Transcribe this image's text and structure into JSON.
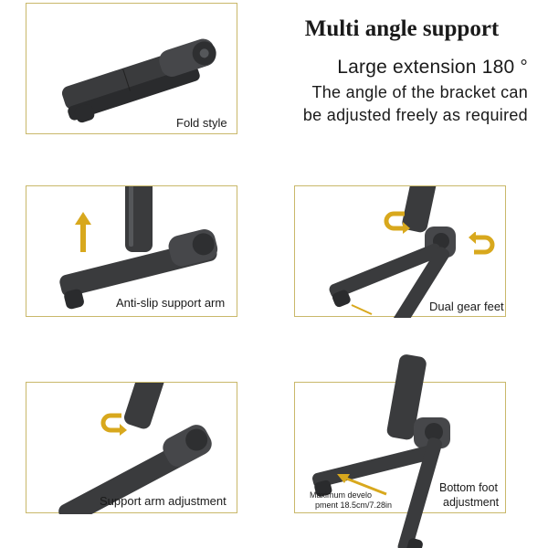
{
  "header": {
    "title": "Multi angle support",
    "line1": "Large extension 180 °",
    "line2": "The angle of the bracket can",
    "line3": "be adjusted freely as required"
  },
  "panels": [
    {
      "caption": "Fold style"
    },
    {
      "caption": "Anti-slip support arm"
    },
    {
      "caption": "Dual gear feet"
    },
    {
      "caption": "Support arm adjustment"
    },
    {
      "caption_line1": "Bottom foot",
      "caption_line2": "adjustment",
      "note_line1": "Maximum develo",
      "note_line2": "pment 18.5cm/7.28in"
    }
  ],
  "colors": {
    "frame": "#c9b86a",
    "product": "#3a3b3d",
    "product_dark": "#222325",
    "arrow": "#d8a81d"
  }
}
